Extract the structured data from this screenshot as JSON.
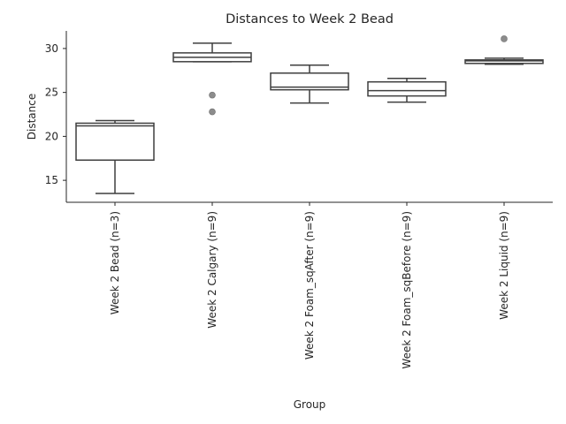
{
  "chart_data": {
    "type": "box",
    "title": "Distances to Week 2 Bead",
    "xlabel": "Group",
    "ylabel": "Distance",
    "ylim": [
      12.5,
      32
    ],
    "yticks": [
      15,
      20,
      25,
      30
    ],
    "grid": false,
    "colors": {
      "line": "#3f3f3f",
      "box_fill": "#ffffff",
      "outlier": "#8c8c8c",
      "axis": "#262626",
      "text": "#262626"
    },
    "categories": [
      "Week 2 Bead (n=3)",
      "Week 2 Calgary (n=9)",
      "Week 2 Foam_sqAfter (n=9)",
      "Week 2 Foam_sqBefore (n=9)",
      "Week 2 Liquid (n=9)"
    ],
    "boxes": [
      {
        "whisker_low": 13.5,
        "q1": 17.3,
        "median": 21.2,
        "q3": 21.5,
        "whisker_high": 21.8,
        "outliers": []
      },
      {
        "whisker_low": 28.5,
        "q1": 28.5,
        "median": 29.0,
        "q3": 29.5,
        "whisker_high": 30.6,
        "outliers": [
          24.7,
          22.8
        ]
      },
      {
        "whisker_low": 23.8,
        "q1": 25.3,
        "median": 25.6,
        "q3": 27.2,
        "whisker_high": 28.1,
        "outliers": []
      },
      {
        "whisker_low": 23.9,
        "q1": 24.6,
        "median": 25.2,
        "q3": 26.2,
        "whisker_high": 26.6,
        "outliers": []
      },
      {
        "whisker_low": 28.2,
        "q1": 28.3,
        "median": 28.6,
        "q3": 28.7,
        "whisker_high": 28.9,
        "outliers": [
          31.1
        ]
      }
    ]
  }
}
